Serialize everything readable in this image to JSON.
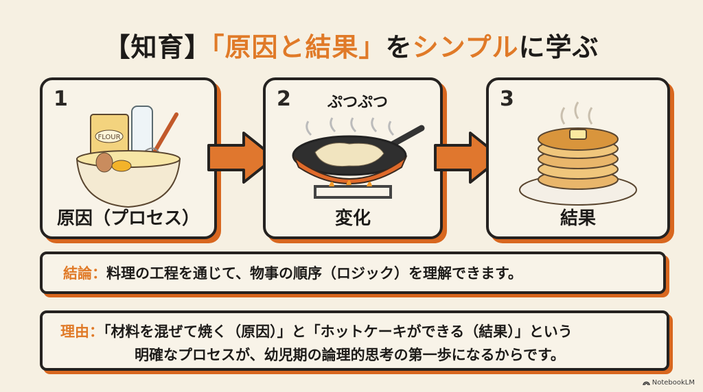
{
  "title": {
    "prefix": "【知育】",
    "highlight1": "「原因と結果」",
    "mid": "を",
    "highlight2": "シンプル",
    "suffix": "に学ぶ"
  },
  "steps": [
    {
      "number": "1",
      "caption": "原因（プロセス）",
      "illustration": "mixing-bowl-flour-milk-eggs-whisk"
    },
    {
      "number": "2",
      "caption": "変化",
      "sound_effect": "ぷつぷつ",
      "illustration": "frying-pan-on-gas-stove"
    },
    {
      "number": "3",
      "caption": "結果",
      "illustration": "pancake-stack-with-butter-syrup"
    }
  ],
  "conclusion": {
    "label": "結論：",
    "text": "料理の工程を通じて、物事の順序（ロジック）を理解できます。"
  },
  "reason": {
    "label": "理由：",
    "line1": "「材料を混ぜて焼く（原因）」と「ホットケーキができる（結果）」という",
    "line2": "明確なプロセスが、幼児期の論理的思考の第一歩になるからです。"
  },
  "credit": "NotebookLM",
  "colors": {
    "accent": "#e07a28",
    "shadow": "#d8671f",
    "background": "#f6f0e2",
    "border": "#252220"
  }
}
